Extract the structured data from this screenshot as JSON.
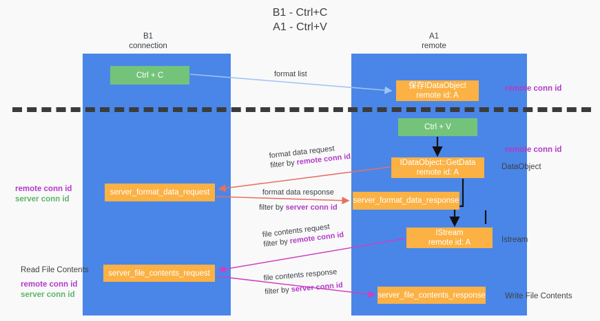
{
  "title": "B1 - Ctrl+C\nA1 - Ctrl+V",
  "colors": {
    "lane": "#4a86e8",
    "node_green": "#74c37b",
    "node_orange": "#fbb143",
    "accent_purple": "#b33bc6",
    "accent_green": "#5eb567",
    "arrow_blue": "#9fc5f0",
    "arrow_red": "#e8705f",
    "arrow_magenta": "#cf3fc0",
    "arrow_black": "#000000",
    "divider": "#3b3b3b",
    "background": "#f9f9fa",
    "text": "#3c4043"
  },
  "columns": [
    {
      "name": "B1",
      "subtitle": "connection",
      "header": "B1\nconnection"
    },
    {
      "name": "A1",
      "subtitle": "remote",
      "header": "A1\nremote"
    }
  ],
  "nodes": {
    "ctrl_c": "Ctrl + C",
    "save_idataobject": "保存IDataObject\nremote id: A",
    "ctrl_v": "Ctrl + V",
    "idataobject_getdata": "IDataObject::GetData\nremote id: A",
    "server_format_data_request": "server_format_data_request",
    "server_format_data_response": "server_format_data_response",
    "istream": "IStream\nremote id: A",
    "server_file_contents_request": "server_file_contents_request",
    "server_file_contents_response": "server_file_contents_response"
  },
  "edges": [
    {
      "id": "format-list",
      "label": "format list",
      "filter": "",
      "color": "#9fc5f0"
    },
    {
      "id": "format-data-request",
      "label": "format data request",
      "filter_prefix": "filter by ",
      "filter": "remote conn id",
      "color": "#e8705f"
    },
    {
      "id": "format-data-response",
      "label": "format data response",
      "filter_prefix": "filter by ",
      "filter": "server conn id",
      "color": "#e8705f"
    },
    {
      "id": "file-contents-request",
      "label": "file contents request",
      "filter_prefix": "filter by ",
      "filter": "remote conn id",
      "color": "#cf3fc0"
    },
    {
      "id": "file-contents-response",
      "label": "file contents response",
      "filter_prefix": "filter by ",
      "filter": "server conn id",
      "color": "#cf3fc0"
    }
  ],
  "annotations": {
    "right_remote_conn_id_1": "remote conn id",
    "right_remote_conn_id_2": "remote conn id",
    "right_dataobject": "DataObject",
    "right_istream": "Istream",
    "right_write_file_contents": "Write File Contents",
    "left_remote_conn_id": "remote conn id",
    "left_server_conn_id": "server conn id",
    "left_read_file_contents": "Read File Contents",
    "left_remote_conn_id_2": "remote conn id",
    "left_server_conn_id_2": "server conn id"
  }
}
